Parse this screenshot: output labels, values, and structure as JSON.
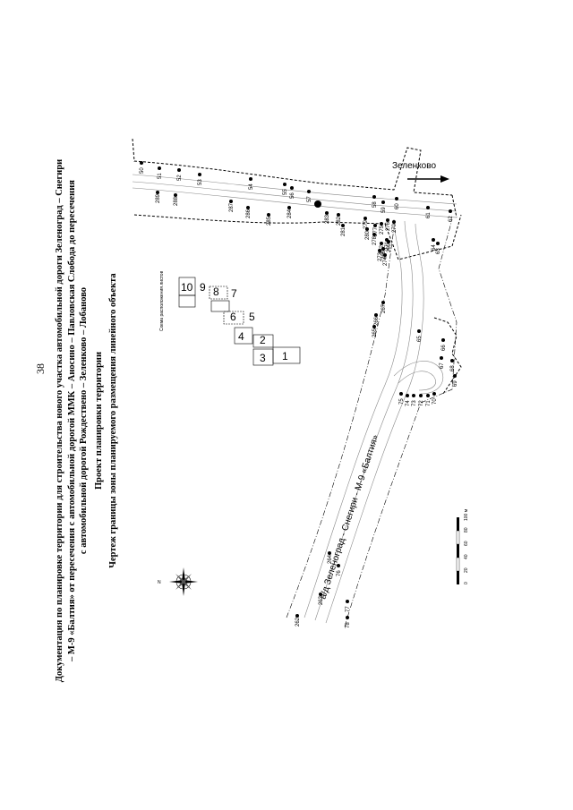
{
  "page_number": "38",
  "title": {
    "line1": "Документация по планировке территории для строительства нового участка автомобильной дороги Зеленоград – Снегири",
    "line2": "– М-9 «Балтия» от пересечения с автомобильной дорогой ММК – Аносино – Павловская Слобода до пересечения",
    "line3": "с автомобильной дорогой Рождествено – Зеленково – Лобаново",
    "project": "Проект планировки территории",
    "drawing": "Чертеж границы зоны планируемого размещения линейного объекта"
  },
  "map": {
    "destination_label": "Зеленково",
    "road_label": "а/д Зеленоград - Снегири - М-9 «Балтия»",
    "key_plan_title": "Схема расположения листов",
    "sheets": [
      "1",
      "2",
      "3",
      "4",
      "5",
      "6",
      "7",
      "8",
      "9",
      "10"
    ],
    "scale_labels": [
      "0",
      "20",
      "40",
      "60",
      "80",
      "100 м"
    ],
    "point_labels": [
      "50",
      "51",
      "52",
      "53",
      "54",
      "55",
      "56",
      "57",
      "58",
      "59",
      "60",
      "61",
      "62",
      "63",
      "64",
      "65",
      "66",
      "67",
      "68",
      "69",
      "70",
      "71",
      "72",
      "73",
      "74",
      "75",
      "76",
      "77",
      "78",
      "262",
      "263",
      "264",
      "265",
      "266",
      "267",
      "268",
      "269",
      "270",
      "271",
      "272",
      "273",
      "274",
      "275",
      "276",
      "277",
      "278",
      "279",
      "280",
      "281",
      "282",
      "283",
      "284",
      "285",
      "286",
      "287",
      "288",
      "289"
    ]
  }
}
